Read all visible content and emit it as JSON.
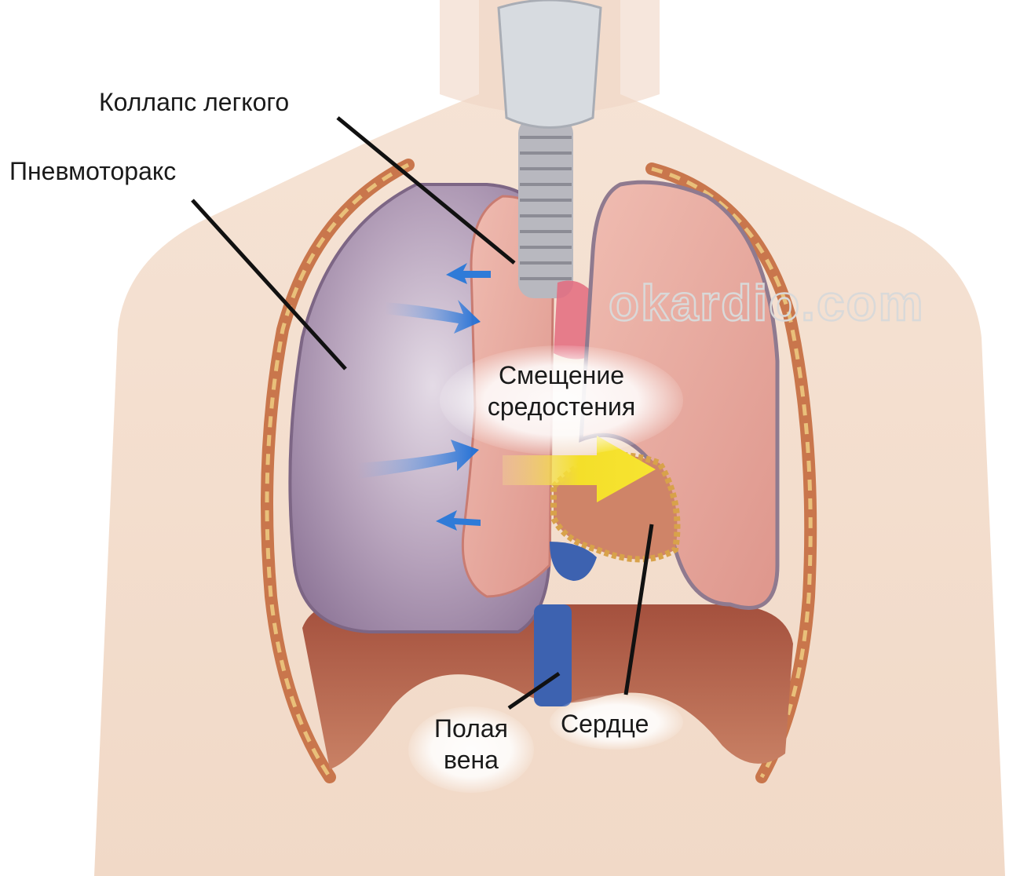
{
  "labels": {
    "collapse": "Коллапс легкого",
    "pneumothorax": "Пневмоторакс",
    "mediastinum_line1": "Смещение",
    "mediastinum_line2": "средостения",
    "vena_line1": "Полая",
    "vena_line2": "вена",
    "heart": "Сердце"
  },
  "watermark": "okardio.com",
  "colors": {
    "skin": "#f3dccc",
    "lung_collapsed": "#e9b2a3",
    "pneumothorax_space": "#a08aa8",
    "right_lung": "#e7aaa3",
    "diaphragm": "#b9634c",
    "vena_cava": "#3d62b0",
    "air_arrow": "#2f7bd8",
    "shift_arrow": "#f4df2a"
  }
}
